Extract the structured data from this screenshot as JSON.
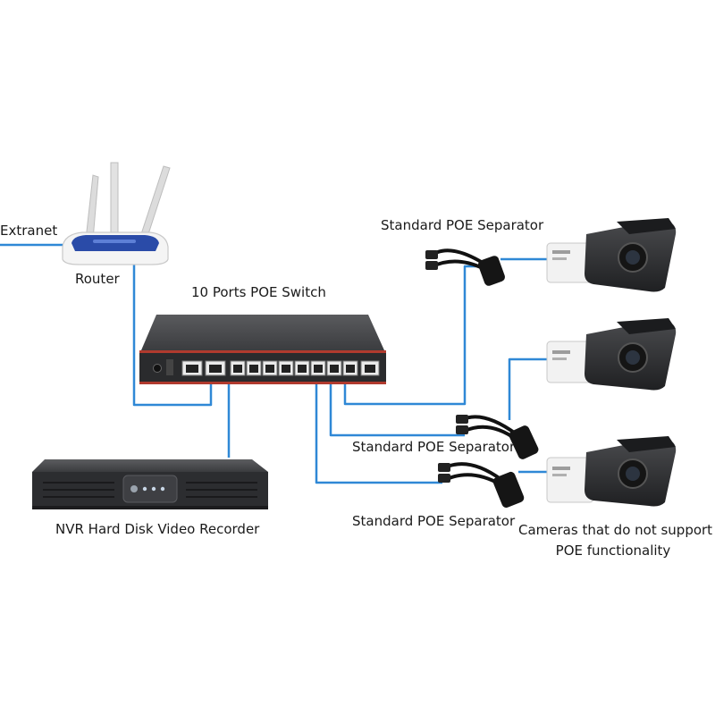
{
  "labels": {
    "extranet": "Extranet",
    "router": "Router",
    "switch": "10 Ports POE Switch",
    "nvr": "NVR Hard Disk Video Recorder",
    "separator_top": "Standard POE Separator",
    "separator_mid": "Standard POE Separator",
    "separator_bottom": "Standard POE Separator",
    "cameras_line1": "Cameras that do not support",
    "cameras_line2": "POE functionality"
  },
  "colors": {
    "cable": "#2f88d6",
    "device_dark": "#3a3b3d",
    "device_face": "#2a2b2d",
    "switch_accent": "#b03a2e",
    "router_blue": "#2a4ba8",
    "camera_white": "#f2f2f2"
  },
  "icons": {
    "router": "router-icon",
    "switch": "poe-switch-icon",
    "nvr": "nvr-recorder-icon",
    "separator": "poe-separator-icon",
    "camera": "bullet-camera-icon"
  }
}
